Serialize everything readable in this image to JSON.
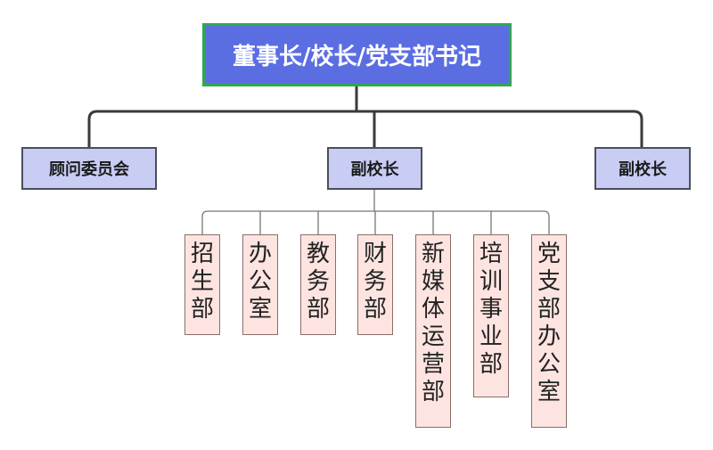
{
  "root": {
    "label": "董事长/校长/党支部书记"
  },
  "tier2": {
    "left": "顾问委员会",
    "middle": "副校长",
    "right": "副校长"
  },
  "departments": [
    {
      "name": "招生部",
      "chars": [
        "招",
        "生",
        "部"
      ]
    },
    {
      "name": "办公室",
      "chars": [
        "办",
        "公",
        "室"
      ]
    },
    {
      "name": "教务部",
      "chars": [
        "教",
        "务",
        "部"
      ]
    },
    {
      "name": "财务部",
      "chars": [
        "财",
        "务",
        "部"
      ]
    },
    {
      "name": "新媒体运营部",
      "chars": [
        "新",
        "媒",
        "体",
        "运",
        "营",
        "部"
      ]
    },
    {
      "name": "培训事业部",
      "chars": [
        "培",
        "训",
        "事",
        "业",
        "部"
      ]
    },
    {
      "name": "党支部办公室",
      "chars": [
        "党",
        "支",
        "部",
        "办",
        "公",
        "室"
      ]
    }
  ],
  "colors": {
    "root_fill": "#5b6ee1",
    "root_border": "#2fa84f",
    "tier2_fill": "#c9cdf4",
    "dept_fill": "#fde4e0",
    "line": "#3a3a3a"
  }
}
